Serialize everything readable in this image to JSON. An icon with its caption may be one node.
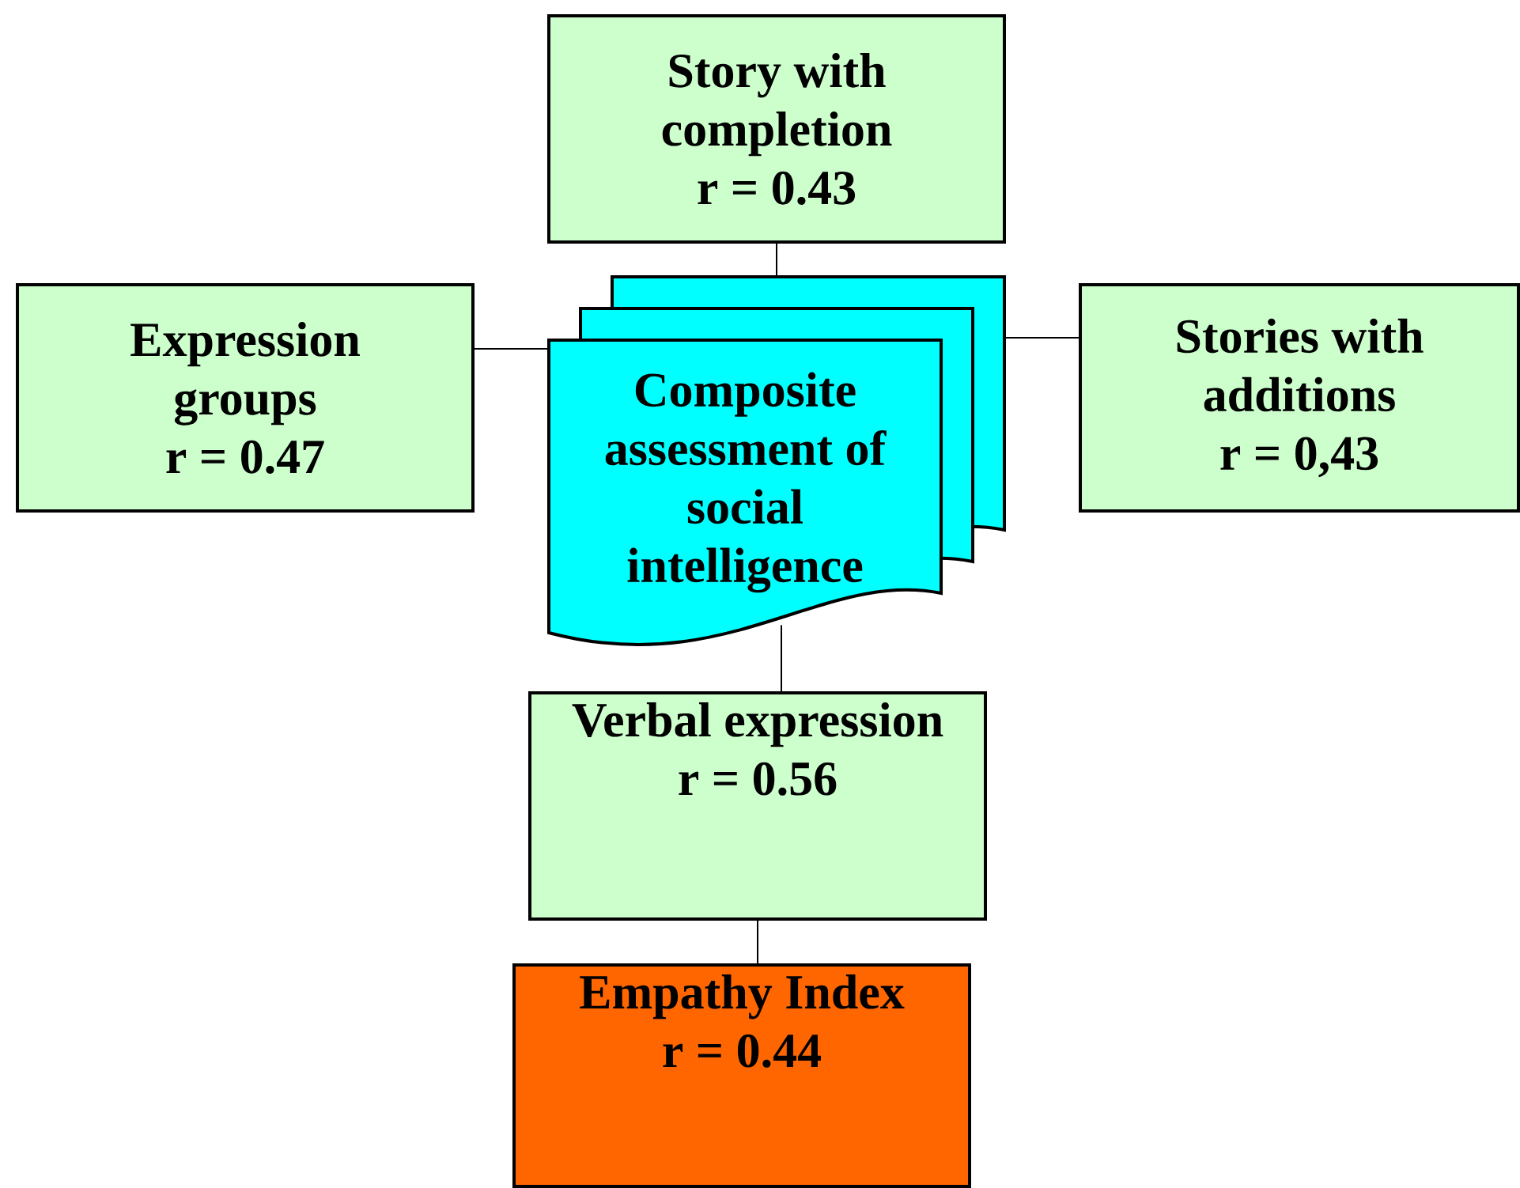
{
  "diagram": {
    "nodes": [
      {
        "text": [
          "Story with completion",
          "r = 0.43"
        ]
      },
      {
        "text": [
          "Expression groups",
          "r = 0.47"
        ]
      },
      {
        "text": [
          "Composite assessment of social intelligence"
        ]
      },
      {
        "text": [
          "Stories with additions",
          "r = 0,43"
        ]
      },
      {
        "text": [
          "Verbal expression",
          "r = 0.56"
        ]
      },
      {
        "text": [
          "Empathy Index",
          "r = 0.44"
        ]
      }
    ],
    "edges": [
      {
        "from": 0,
        "to": 2,
        "arrow": "none"
      },
      {
        "from": 1,
        "to": 2,
        "arrow": "none"
      },
      {
        "from": 3,
        "to": 2,
        "arrow": "none"
      },
      {
        "from": 2,
        "to": 4,
        "arrow": "none"
      },
      {
        "from": 4,
        "to": 5,
        "arrow": "none"
      }
    ]
  }
}
